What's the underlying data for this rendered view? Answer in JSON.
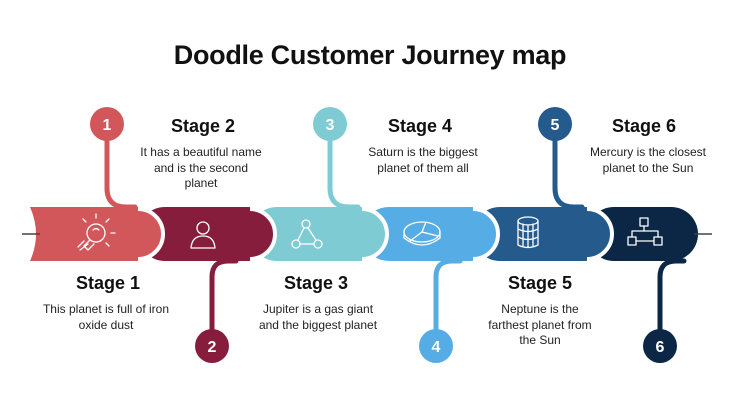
{
  "title": "Doodle Customer Journey map",
  "colors": {
    "stage1": "#d1575a",
    "stage2": "#861d3c",
    "stage3": "#7fcbd3",
    "stage4": "#56ace4",
    "stage5": "#245a8c",
    "stage6": "#0c2645"
  },
  "stages": [
    {
      "number": "1",
      "heading": "Stage 1",
      "description": "This planet is full of iron oxide dust",
      "icon": "lightbulb-icon"
    },
    {
      "number": "2",
      "heading": "Stage 2",
      "description": "It has a beautiful name and is the second planet",
      "icon": "person-icon"
    },
    {
      "number": "3",
      "heading": "Stage 3",
      "description": "Jupiter is  a gas giant and the biggest planet",
      "icon": "network-icon"
    },
    {
      "number": "4",
      "heading": "Stage 4",
      "description": "Saturn is the biggest planet of them all",
      "icon": "pie-chart-icon"
    },
    {
      "number": "5",
      "heading": "Stage 5",
      "description": "Neptune is the farthest planet from the Sun",
      "icon": "coins-stack-icon"
    },
    {
      "number": "6",
      "heading": "Stage 6",
      "description": "Mercury is the closest planet to the Sun",
      "icon": "flowchart-icon"
    }
  ]
}
